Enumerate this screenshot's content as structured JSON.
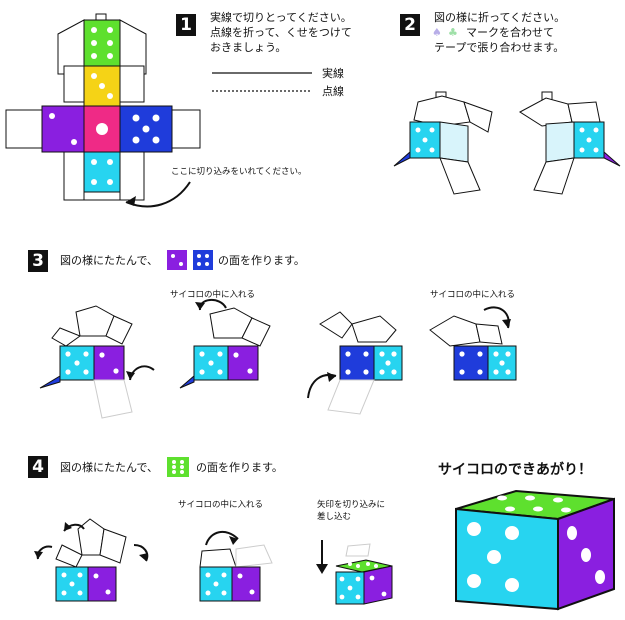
{
  "colors": {
    "green": "#5ee02e",
    "yellow": "#f5d316",
    "purple": "#8a1fe0",
    "magenta": "#ef2a86",
    "blue": "#1f3cdb",
    "cyan": "#27d4f0",
    "black": "#111111"
  },
  "step1": {
    "number": "1",
    "text": [
      "実線で切りとってください。",
      "点線を折って、くせをつけて",
      "おきましょう。"
    ],
    "legend_solid": "実線",
    "legend_dotted": "点線",
    "slit_note": "ここに切り込みをいれてください。"
  },
  "step2": {
    "number": "2",
    "text": [
      "図の様に折ってください。",
      "マークを合わせて",
      "テープで張り合わせます。"
    ],
    "icons": [
      "spade-icon",
      "club-icon"
    ]
  },
  "step3": {
    "number": "3",
    "text_before": "図の様にたたんで、",
    "text_after": "の面を作ります。",
    "label_a": "サイコロの中に入れる",
    "label_b": "サイコロの中に入れる"
  },
  "step4": {
    "number": "4",
    "text_before": "図の様にたたんで、",
    "text_after": "の面を作ります。",
    "label_a": "サイコロの中に入れる",
    "label_b": [
      "矢印を切り込みに",
      "差し込む"
    ]
  },
  "finished": {
    "title": "サイコロのできあがり！"
  }
}
